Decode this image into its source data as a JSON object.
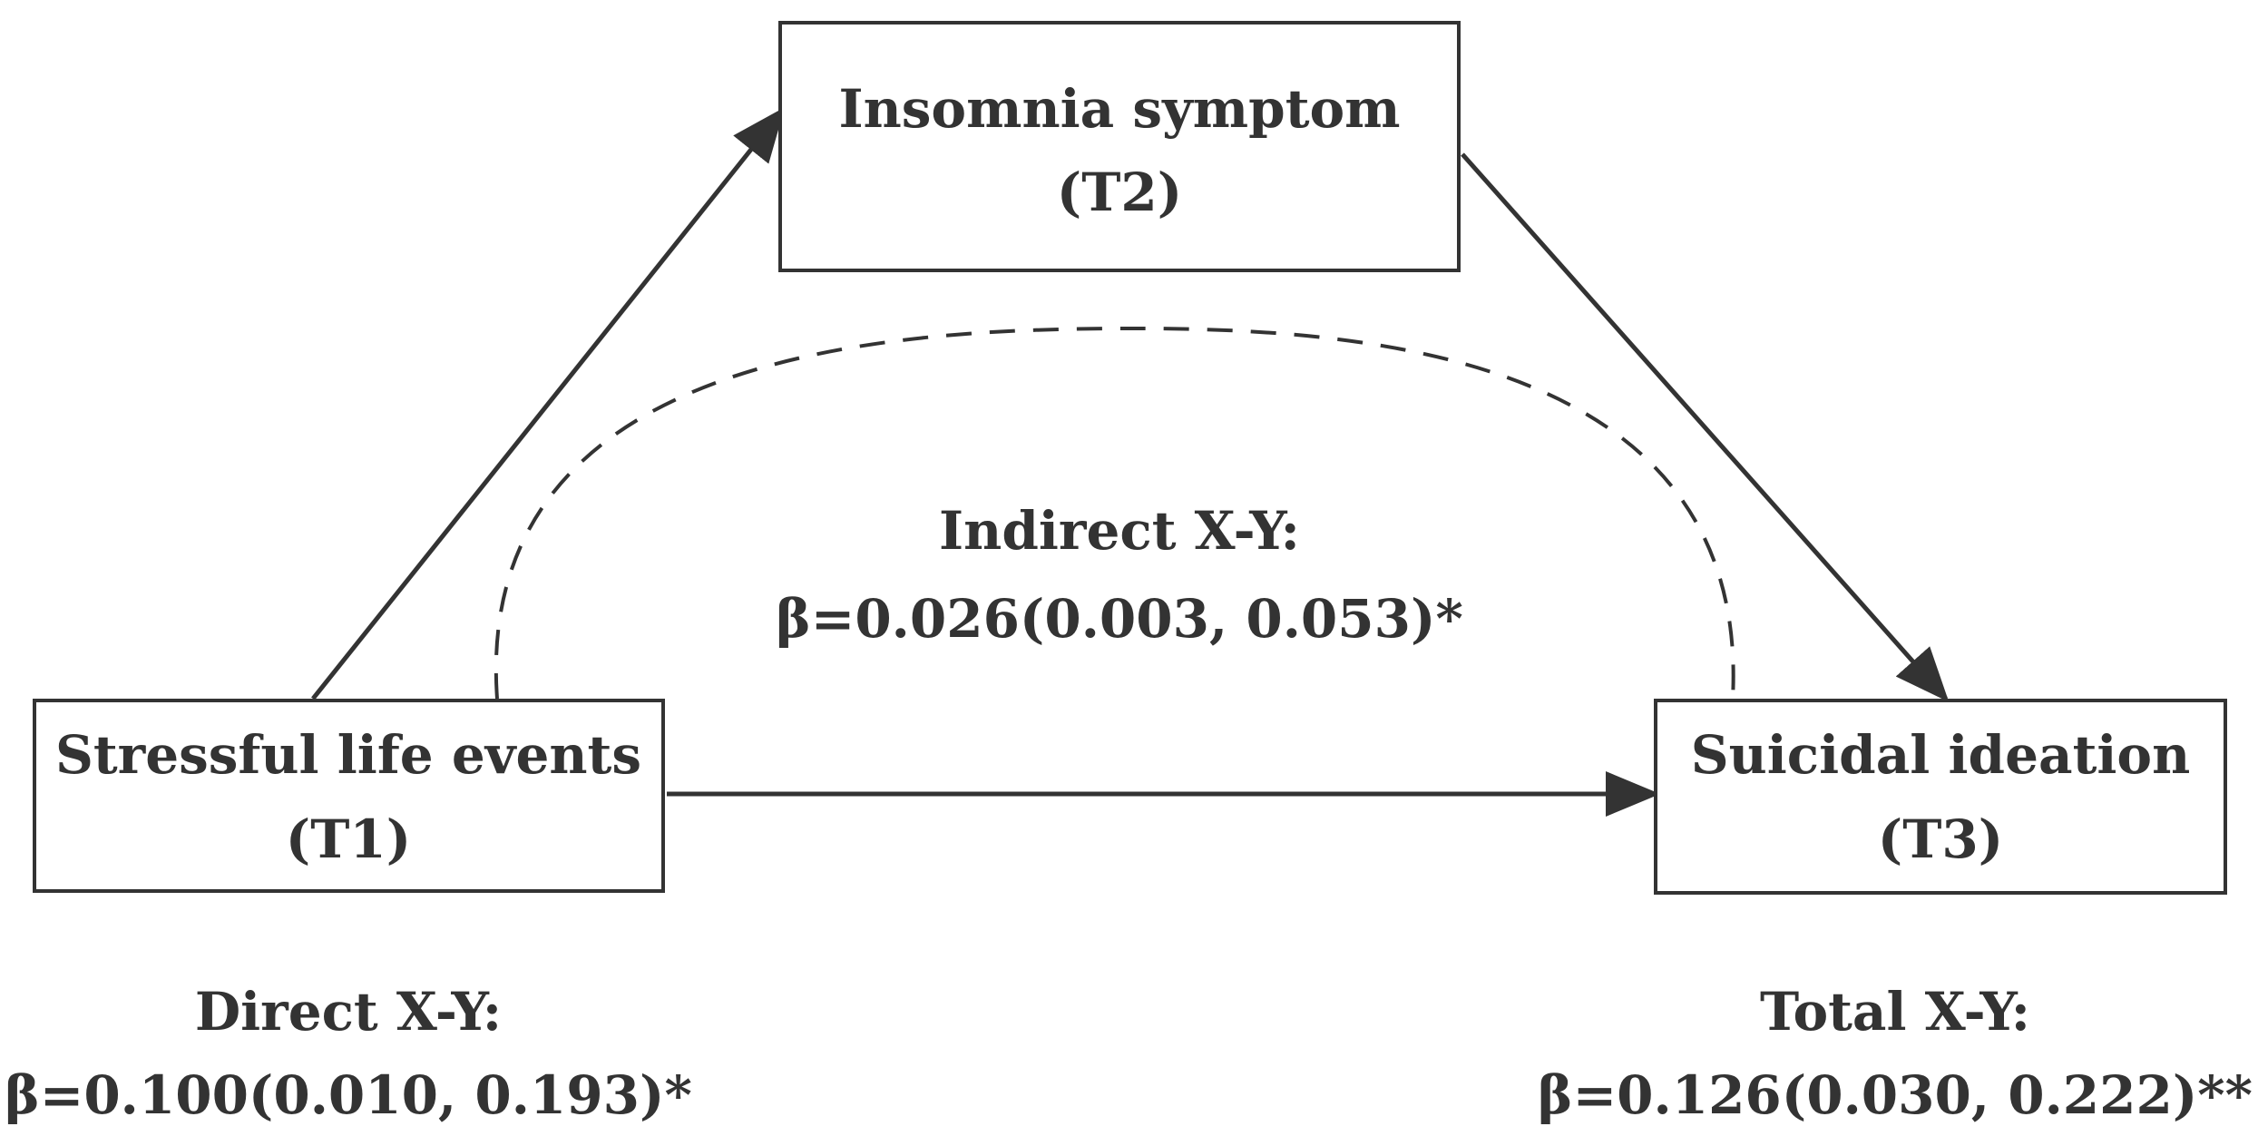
{
  "nodes": {
    "mediator": {
      "name": "Insomnia symptom",
      "time": "(T2)"
    },
    "predictor": {
      "name": "Stressful life events",
      "time": "(T1)"
    },
    "outcome": {
      "name": "Suicidal ideation",
      "time": "(T3)"
    }
  },
  "effects": {
    "indirect": {
      "label": "Indirect X-Y:",
      "value": "β=0.026(0.003, 0.053)*"
    },
    "direct": {
      "label": "Direct X-Y:",
      "value": "β=0.100(0.010, 0.193)*"
    },
    "total": {
      "label": "Total X-Y:",
      "value": "β=0.126(0.030, 0.222)**"
    }
  },
  "colors": {
    "stroke": "#333333",
    "text": "#333333",
    "background": "#ffffff"
  }
}
